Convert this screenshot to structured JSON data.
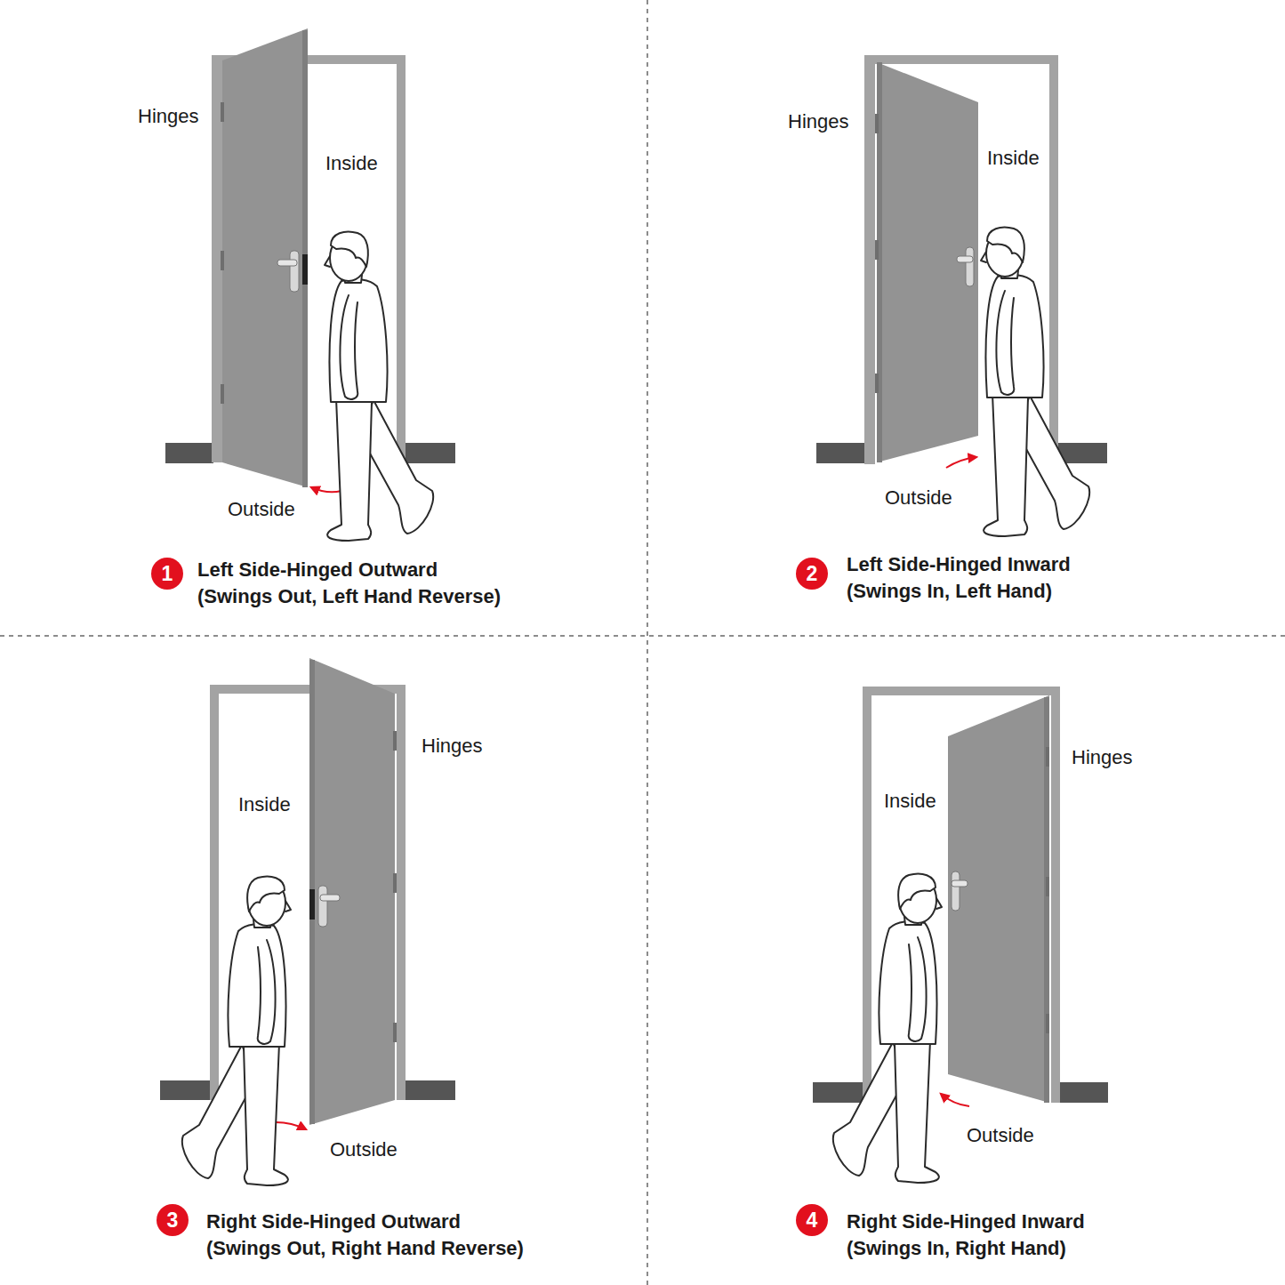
{
  "diagram": {
    "nodes": [
      {
        "text": [
          "1"
        ]
      },
      {
        "text": [
          "2"
        ]
      },
      {
        "text": [
          "3"
        ]
      },
      {
        "text": [
          "4"
        ]
      }
    ],
    "labels": [
      "Hinges",
      "Inside",
      "Outside",
      "Left Side-Hinged Outward",
      "(Swings Out, Left Hand Reverse)",
      "Hinges",
      "Inside",
      "Outside",
      "Left Side-Hinged Inward",
      "(Swings In, Left Hand)",
      "Hinges",
      "Inside",
      "Outside",
      "Right Side-Hinged Outward",
      "(Swings Out, Right Hand Reverse)",
      "Hinges",
      "Inside",
      "Outside",
      "Right Side-Hinged Inward",
      "(Swings In, Right Hand)"
    ]
  }
}
